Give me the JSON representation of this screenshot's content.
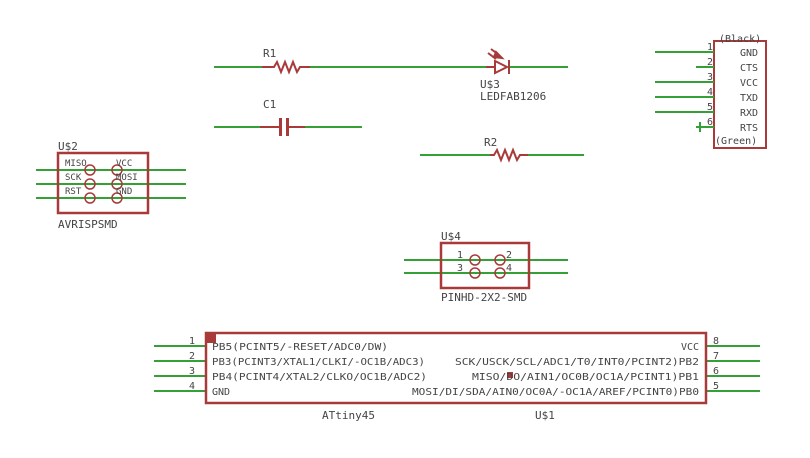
{
  "colors": {
    "wire": "#35a035",
    "symbol": "#a83a3a",
    "text": "#444444",
    "background": "#ffffff"
  },
  "components": {
    "r1": {
      "name": "R1"
    },
    "r2": {
      "name": "R2"
    },
    "c1": {
      "name": "C1"
    },
    "led": {
      "name": "U$3",
      "value": "LEDFAB1206"
    },
    "isp": {
      "name": "U$2",
      "value": "AVRISPSMD",
      "pins": [
        "MISO",
        "VCC",
        "SCK",
        "MOSI",
        "RST",
        "GND"
      ]
    },
    "pinhd": {
      "name": "U$4",
      "value": "PINHD-2X2-SMD",
      "pins": [
        "1",
        "2",
        "3",
        "4"
      ]
    },
    "ftdi": {
      "top": "(Black)",
      "bottom": "(Green)",
      "pins": [
        {
          "num": "1",
          "name": "GND"
        },
        {
          "num": "2",
          "name": "CTS"
        },
        {
          "num": "3",
          "name": "VCC"
        },
        {
          "num": "4",
          "name": "TXD"
        },
        {
          "num": "5",
          "name": "RXD"
        },
        {
          "num": "6",
          "name": "RTS"
        }
      ]
    },
    "attiny": {
      "name": "U$1",
      "value": "ATtiny45",
      "left_pins": [
        {
          "num": "1",
          "name": "PB5(PCINT5/-RESET/ADC0/DW)"
        },
        {
          "num": "2",
          "name": "PB3(PCINT3/XTAL1/CLKI/-OC1B/ADC3)"
        },
        {
          "num": "3",
          "name": "PB4(PCINT4/XTAL2/CLKO/OC1B/ADC2)"
        },
        {
          "num": "4",
          "name": "GND"
        }
      ],
      "right_pins": [
        {
          "num": "8",
          "name": "VCC"
        },
        {
          "num": "7",
          "name": "SCK/USCK/SCL/ADC1/T0/INT0/PCINT2)PB2"
        },
        {
          "num": "6",
          "name": "MISO/DO/AIN1/OC0B/OC1A/PCINT1)PB1"
        },
        {
          "num": "5",
          "name": "MOSI/DI/SDA/AIN0/OC0A/-OC1A/AREF/PCINT0)PB0"
        }
      ]
    }
  }
}
